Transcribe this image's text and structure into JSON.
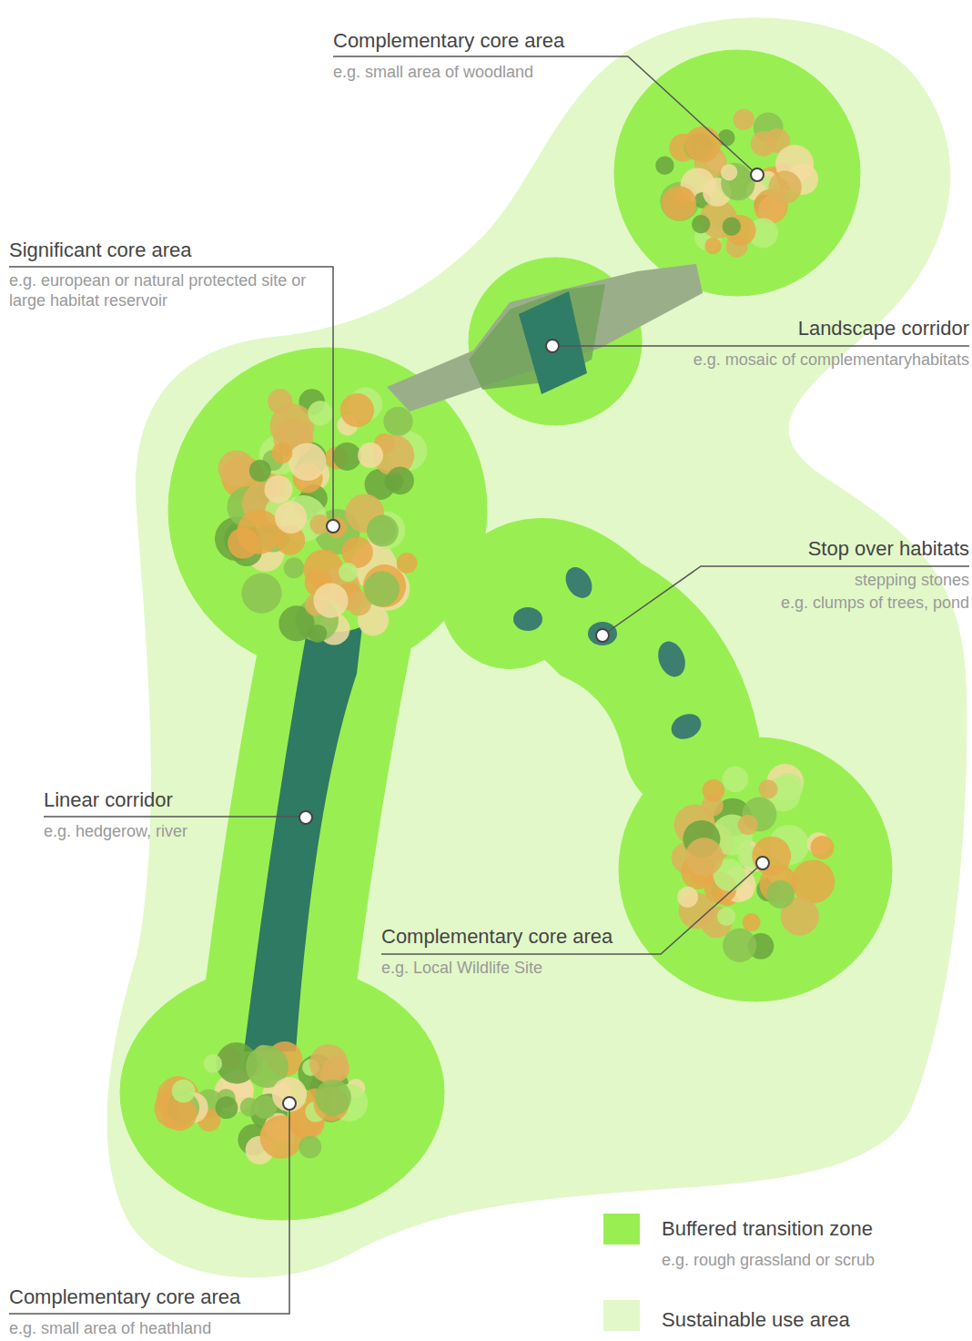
{
  "diagram": {
    "labels": [
      "Complementary core area",
      "e.g. small area of woodland",
      "Significant core area",
      "e.g. european or natural protected site or large habitat reservoir",
      "Landscape corridor",
      "e.g. mosaic of complementaryhabitats",
      "Stop over habitats",
      "stepping stones",
      "e.g. clumps of trees, pond",
      "Linear corridor",
      "e.g. hedgerow, river",
      "Complementary core area",
      "e.g. Local Wildlife Site",
      "Complementary core area",
      "e.g. small area of heathland",
      "e.g. rough grassland or scrub"
    ],
    "legend": [
      {
        "text": "Buffered transition zone",
        "color": "#99ef52"
      },
      {
        "text": "Sustainable use area",
        "color": "#e2f8c8"
      }
    ]
  }
}
